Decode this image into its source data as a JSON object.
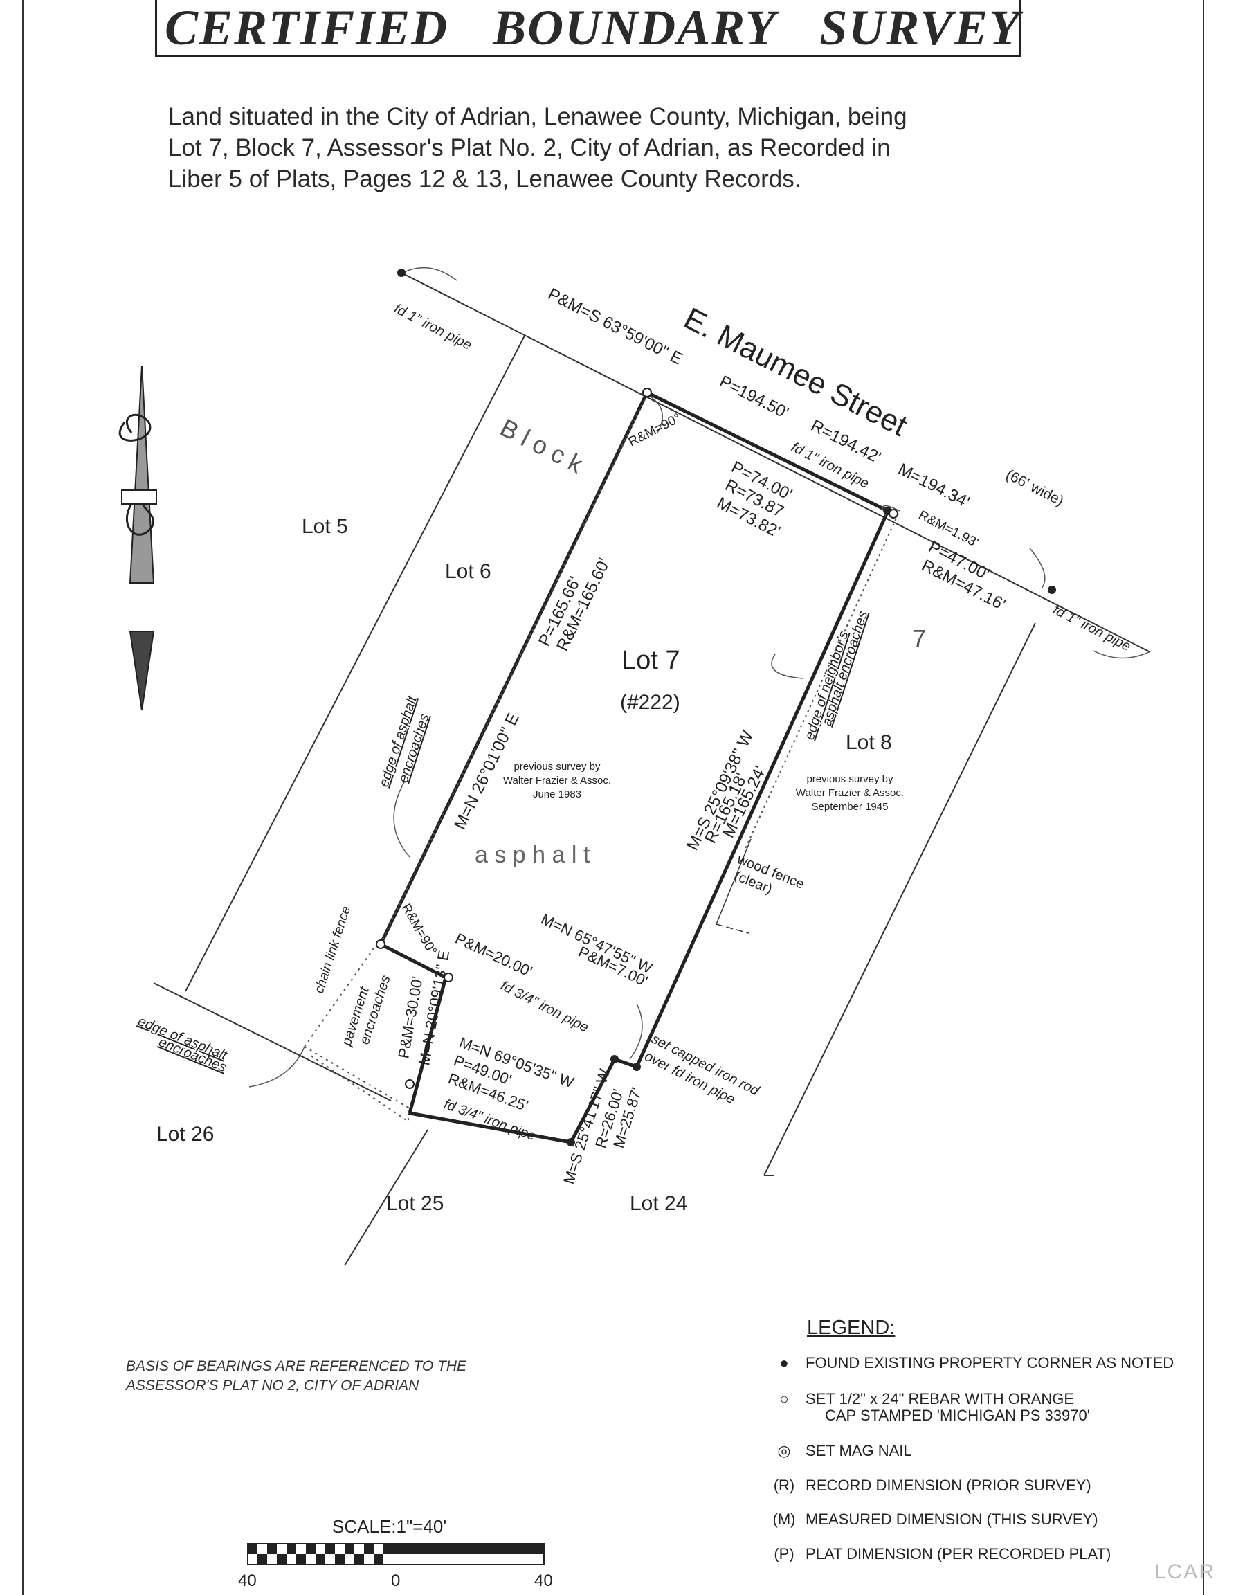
{
  "title": "CERTIFIED BOUNDARY SURVEY",
  "description": [
    "Land situated in the City of Adrian, Lenawee County, Michigan, being",
    "Lot 7, Block 7, Assessor's Plat No. 2, City of Adrian, as Recorded in",
    "Liber 5 of Plats, Pages 12 & 13, Lenawee County Records."
  ],
  "street": {
    "name": "E.  Maumee  Street",
    "width": "(66' wide)",
    "bearing": "P&M=S 63°59'00\" E",
    "p": "P=194.50'",
    "r": "R=194.42'",
    "m": "M=194.34'"
  },
  "labels": {
    "block": "B l o c k",
    "block_number": "7",
    "lot5": "Lot 5",
    "lot6": "Lot 6",
    "lot7": "Lot 7",
    "lot7_addr": "(#222)",
    "lot8": "Lot 8",
    "lot24": "Lot 24",
    "lot25": "Lot 25",
    "lot26": "Lot 26",
    "asphalt": "a s p h a l t",
    "prev_survey_1": [
      "previous survey by",
      "Walter Frazier & Assoc.",
      "June 1983"
    ],
    "prev_survey_2": [
      "previous survey by",
      "Walter Frazier & Assoc.",
      "September 1945"
    ],
    "iron_pipe_nw": "fd 1\" iron pipe",
    "iron_pipe_street": "fd 1\" iron pipe",
    "iron_pipe_ne": "fd 1\" iron pipe",
    "iron_pipe_34_a": "fd 3/4\" iron pipe",
    "iron_pipe_34_b": "fd 3/4\" iron pipe",
    "capped_rod_1": "set capped iron rod",
    "capped_rod_2": "over fd iron pipe",
    "rm90_top": "R&M=90°",
    "rm90_bottom": "R&M=90°",
    "rm193": "R&M=1.93'",
    "front": [
      "P=74.00'",
      "R=73.87",
      "M=73.82'"
    ],
    "lot8_front": [
      "P=47.00'",
      "R&M=47.16'"
    ],
    "west_line": [
      "P=165.66'",
      "R&M=165.60'"
    ],
    "west_bearing": "M=N 26°01'00\" E",
    "east_line": [
      "M=S 25°09'38\" W",
      "R=165.18'",
      "M=165.24'"
    ],
    "mid_bearing": [
      "M=N 65°47'55\" W",
      "P&M=7.00'"
    ],
    "jog": "P&M=20.00'",
    "jog2": [
      "P&M=30.00'",
      "M=N 20°09'13\" E"
    ],
    "south_line": [
      "M=N 69°05'35\" W",
      "P=49.00'",
      "R&M=46.25'"
    ],
    "sw_line": [
      "M=S 25°41'17\" W",
      "R=26.00'",
      "M=25.87'"
    ],
    "edge_asphalt_west": [
      "edge of asphalt",
      "encroaches"
    ],
    "edge_asphalt_sw": [
      "edge of asphalt",
      "encroaches"
    ],
    "neighbor_asphalt": [
      "edge of neighbor's",
      "asphalt encroaches"
    ],
    "chain_link": "chain link fence",
    "pavement": [
      "pavement",
      "encroaches"
    ],
    "wood_fence": [
      "wood fence",
      "(clear)"
    ]
  },
  "basis": [
    "BASIS OF BEARINGS ARE REFERENCED TO THE",
    "ASSESSOR'S PLAT NO 2, CITY OF ADRIAN"
  ],
  "legend": {
    "title": "LEGEND:",
    "items": [
      {
        "symbol": "●",
        "text": "FOUND EXISTING PROPERTY CORNER AS NOTED"
      },
      {
        "symbol": "○",
        "text": "SET 1/2\" x 24\" REBAR WITH ORANGE",
        "text2": "CAP STAMPED 'MICHIGAN PS 33970'"
      },
      {
        "symbol": "◎",
        "text": "SET MAG NAIL"
      },
      {
        "symbol": "(R)",
        "text": "RECORD DIMENSION (PRIOR SURVEY)"
      },
      {
        "symbol": "(M)",
        "text": "MEASURED DIMENSION (THIS SURVEY)"
      },
      {
        "symbol": "(P)",
        "text": "PLAT DIMENSION (PER RECORDED PLAT)"
      }
    ]
  },
  "scale": {
    "label": "SCALE:1\"=40'",
    "ticks": [
      "40",
      "0",
      "40"
    ]
  },
  "watermark": "LCAR"
}
